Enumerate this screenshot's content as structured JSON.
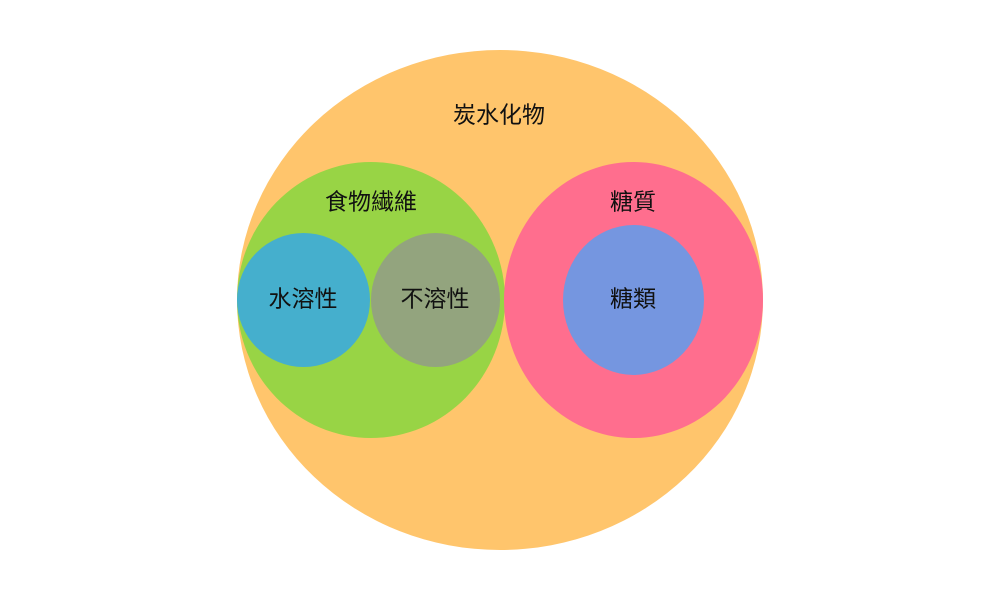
{
  "carbohydrate": {
    "label": "炭水化物",
    "color": "#FFC56C"
  },
  "dietary_fiber": {
    "label": "食物繊維",
    "color": "#98D445"
  },
  "sugar_substance": {
    "label": "糖質",
    "color": "#FF6E8E"
  },
  "water_soluble": {
    "label": "水溶性",
    "color": "#45AFCD"
  },
  "insoluble": {
    "label": "不溶性",
    "color": "#93A47E"
  },
  "sugars": {
    "label": "糖類",
    "color": "#7596E0"
  }
}
